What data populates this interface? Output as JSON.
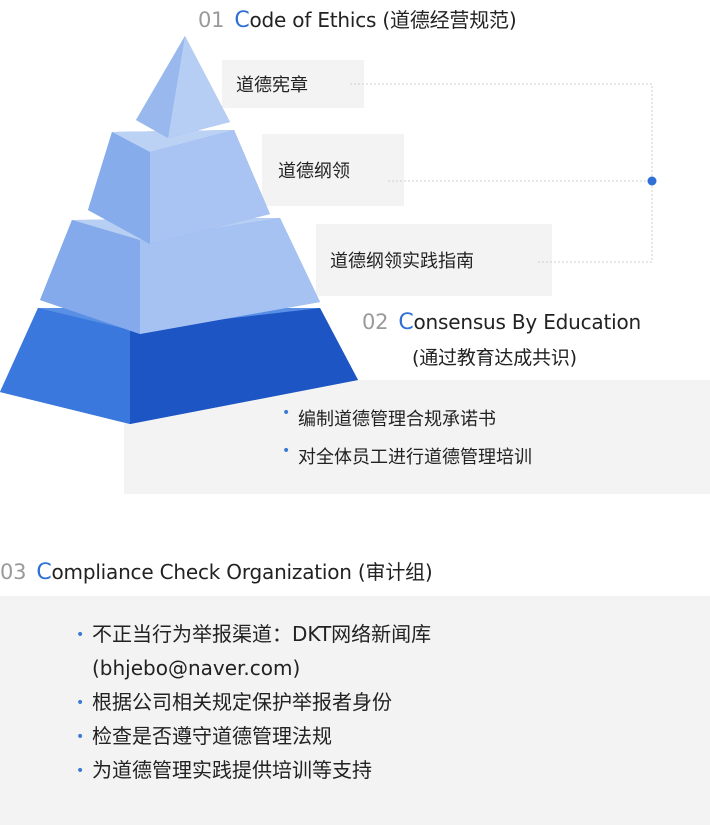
{
  "section_01": {
    "number": "01",
    "initial": "C",
    "title_rest": "ode of Ethics (道德经营规范)",
    "labels": [
      "道德宪章",
      "道德纲领",
      "道德纲领实践指南"
    ]
  },
  "section_02": {
    "number": "02",
    "initial": "C",
    "title_rest": "onsensus By Education",
    "subtitle": "(通过教育达成共识)",
    "bullets": [
      "编制道德管理合规承诺书",
      "对全体员工进行道德管理培训"
    ]
  },
  "section_03": {
    "number": "03",
    "initial": "C",
    "title_rest": "ompliance Check Organization (审计组)",
    "bullets": [
      "不正当行为举报渠道：DKT网络新闻库",
      "(bhjebo@naver.com)",
      "根据公司相关规定保护举报者身份",
      "检查是否遵守道德管理法规",
      "为道德管理实践提供培训等支持"
    ]
  },
  "colors": {
    "accent": "#2f6fd6",
    "number_gray": "#9a9a9a",
    "panel_gray": "#f3f3f3",
    "pyramid_top": "#a8c4f0",
    "pyramid_mid": "#7aa2e8",
    "pyramid_base": "#2f6fd6"
  }
}
